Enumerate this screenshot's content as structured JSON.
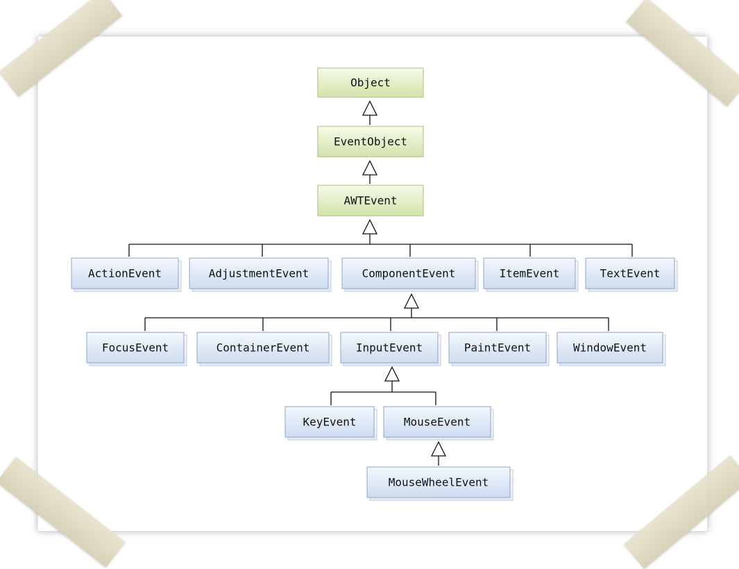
{
  "classes": {
    "object": "Object",
    "event_object": "EventObject",
    "awt_event": "AWTEvent",
    "action_event": "ActionEvent",
    "adjustment_event": "AdjustmentEvent",
    "component_event": "ComponentEvent",
    "item_event": "ItemEvent",
    "text_event": "TextEvent",
    "focus_event": "FocusEvent",
    "container_event": "ContainerEvent",
    "input_event": "InputEvent",
    "paint_event": "PaintEvent",
    "window_event": "WindowEvent",
    "key_event": "KeyEvent",
    "mouse_event": "MouseEvent",
    "mouse_wheel_event": "MouseWheelEvent"
  },
  "inheritance": [
    {
      "child": "EventObject",
      "parent": "Object"
    },
    {
      "child": "AWTEvent",
      "parent": "EventObject"
    },
    {
      "child": "ActionEvent",
      "parent": "AWTEvent"
    },
    {
      "child": "AdjustmentEvent",
      "parent": "AWTEvent"
    },
    {
      "child": "ComponentEvent",
      "parent": "AWTEvent"
    },
    {
      "child": "ItemEvent",
      "parent": "AWTEvent"
    },
    {
      "child": "TextEvent",
      "parent": "AWTEvent"
    },
    {
      "child": "FocusEvent",
      "parent": "ComponentEvent"
    },
    {
      "child": "ContainerEvent",
      "parent": "ComponentEvent"
    },
    {
      "child": "InputEvent",
      "parent": "ComponentEvent"
    },
    {
      "child": "PaintEvent",
      "parent": "ComponentEvent"
    },
    {
      "child": "WindowEvent",
      "parent": "ComponentEvent"
    },
    {
      "child": "KeyEvent",
      "parent": "InputEvent"
    },
    {
      "child": "MouseEvent",
      "parent": "InputEvent"
    },
    {
      "child": "MouseWheelEvent",
      "parent": "MouseEvent"
    }
  ],
  "colors": {
    "root_box_top": "#f6fbe8",
    "root_box_bottom": "#d2e3ab",
    "event_box_top": "#f4f8fe",
    "event_box_bottom": "#cddcf0",
    "line": "#111111"
  }
}
